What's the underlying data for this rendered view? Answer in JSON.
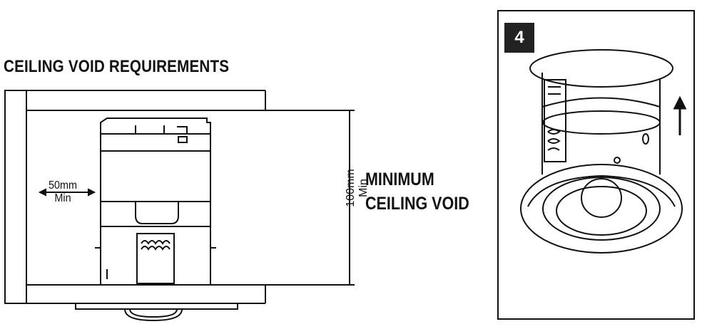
{
  "title": "CEILING VOID REQUIREMENTS",
  "min_void_label": {
    "line1": "MINIMUM",
    "line2": "CEILING VOID"
  },
  "side_clearance": {
    "value": "50mm",
    "qualifier": "Min"
  },
  "height_clearance": {
    "value": "100mm",
    "qualifier": "Min"
  },
  "step": {
    "number": "4"
  },
  "icons": {
    "arrow": "up-arrow-icon"
  }
}
